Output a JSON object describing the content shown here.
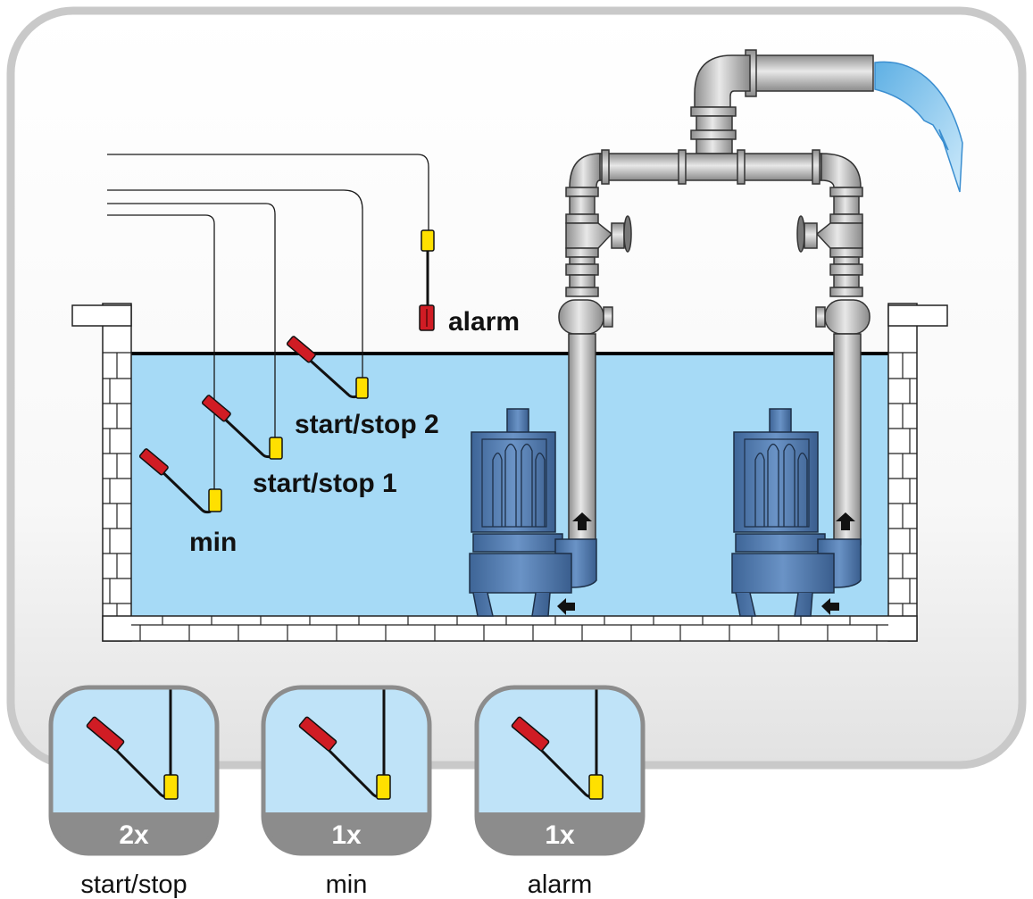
{
  "labels": {
    "alarm": "alarm",
    "start_stop_2": "start/stop 2",
    "start_stop_1": "start/stop 1",
    "min": "min"
  },
  "legend": [
    {
      "count": "2x",
      "caption": "start/stop"
    },
    {
      "count": "1x",
      "caption": "min"
    },
    {
      "count": "1x",
      "caption": "alarm"
    }
  ],
  "colors": {
    "water": "#a6daf6",
    "panel_border": "#c8c8c8",
    "pump_blue": "#4f79b0",
    "pipe_grey": "#c4c4c4",
    "float_yellow": "#ffe000",
    "float_red": "#d01c24",
    "legend_bar": "#8c8c8c",
    "outflow_water": "#7fc4ee"
  }
}
